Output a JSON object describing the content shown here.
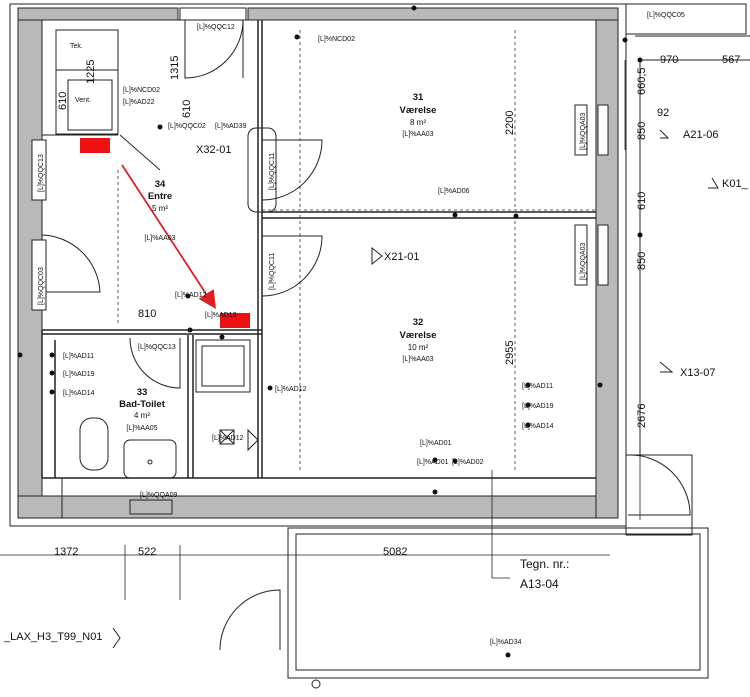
{
  "rooms": {
    "r31": {
      "num": "31",
      "name": "Værelse",
      "area": "8 m²",
      "tag": "[L]%AA03"
    },
    "r32": {
      "num": "32",
      "name": "Værelse",
      "area": "10 m²",
      "tag": "[L]%AA03"
    },
    "r33": {
      "num": "33",
      "name": "Bad-Toilet",
      "area": "4 m²",
      "tag": "[L]%AA05"
    },
    "r34": {
      "num": "34",
      "name": "Entre",
      "area": "5 m²",
      "tag": "[L]%AA03"
    }
  },
  "tags": {
    "qqc12": "[L]%QQC12",
    "ncd02_top": "[L]%NCD02",
    "ncd02_left": "[L]%NCD02",
    "ad22": "[L]%AD22",
    "qqc02": "[L]%QQC02",
    "ad39": "[L]%AD39",
    "qqc11a": "[L]%QQC11",
    "qqc11b": "[L]%QQC11",
    "ad06": "[L]%AD06",
    "qqa03a": "[L]%QQA03",
    "qqa03b": "[L]%QQA03",
    "qqc05": "[L]%QQC05",
    "qqc13_left": "[L]%QQC13",
    "qqc03": "[L]%QQC03",
    "ad12a": "[L]%AD12",
    "ad12b": "[L]%AD12",
    "ad13": "[L]%AD13",
    "qqc13": "[L]%QQC13",
    "ad11": "[L]%AD11",
    "ad19": "[L]%AD19",
    "ad14": "[L]%AD14",
    "ad12c": "[L]%AD12",
    "ad11b": "[L]%AD11",
    "ad19b": "[L]%AD19",
    "ad14b": "[L]%AD14",
    "ad01": "[L]%AD01",
    "ad02": "[L]%AD02",
    "ad01b": "[L]%AD01",
    "qqa09": "[L]%QQA09",
    "ad34": "[L]%AD34"
  },
  "labels": {
    "tek": "Tek.",
    "vent": "Vent.",
    "x32": "X32-01",
    "x21": "X21-01",
    "x13": "X13-07",
    "a21": "A21-06",
    "k01": "K01_",
    "tegn": "Tegn. nr.:",
    "a1304": "A13-04",
    "lax": "_LAX_H3_T99_N01"
  },
  "dimensions": {
    "d1315": "1315",
    "d610a": "610",
    "d1225": "1225",
    "d610b": "610",
    "d810": "810",
    "d2200": "2200",
    "d2955": "2955",
    "d970": "970",
    "d567": "567",
    "d6605": "660,5",
    "d92": "92",
    "d850a": "850",
    "d610c": "610",
    "d850b": "850",
    "d2676": "2676",
    "d1372": "1372",
    "d522": "522",
    "d5082": "5082"
  },
  "colors": {
    "wall_fill": "#b9b9b9",
    "line": "#222222",
    "marker": "#ee1111",
    "arrow": "#e02020"
  }
}
